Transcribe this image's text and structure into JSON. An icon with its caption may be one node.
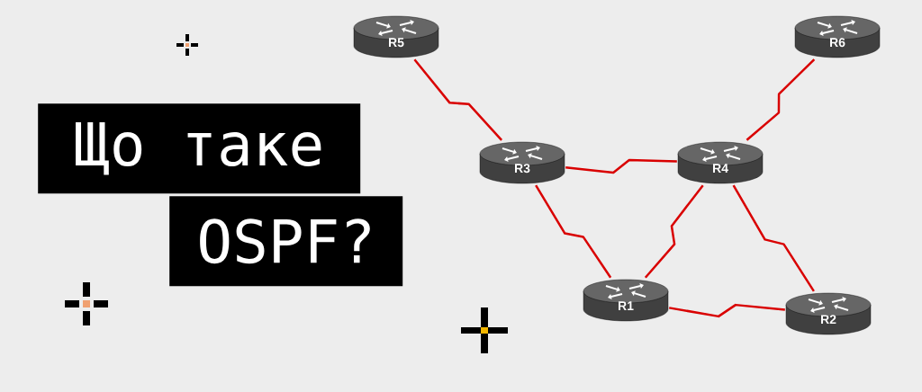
{
  "diagram": {
    "nodes": [
      {
        "text": [
          "R5"
        ]
      },
      {
        "text": [
          "R6"
        ]
      },
      {
        "text": [
          "R3"
        ]
      },
      {
        "text": [
          "R4"
        ]
      },
      {
        "text": [
          "R1"
        ]
      },
      {
        "text": [
          "R2"
        ]
      }
    ],
    "edges": [
      {
        "from": 0,
        "to": 2,
        "arrow": "none"
      },
      {
        "from": 1,
        "to": 3,
        "arrow": "none"
      },
      {
        "from": 2,
        "to": 3,
        "arrow": "none"
      },
      {
        "from": 2,
        "to": 4,
        "arrow": "none"
      },
      {
        "from": 3,
        "to": 4,
        "arrow": "none"
      },
      {
        "from": 3,
        "to": 5,
        "arrow": "none"
      },
      {
        "from": 4,
        "to": 5,
        "arrow": "none"
      }
    ],
    "labels": [
      "Що таке",
      "OSPF?"
    ]
  }
}
